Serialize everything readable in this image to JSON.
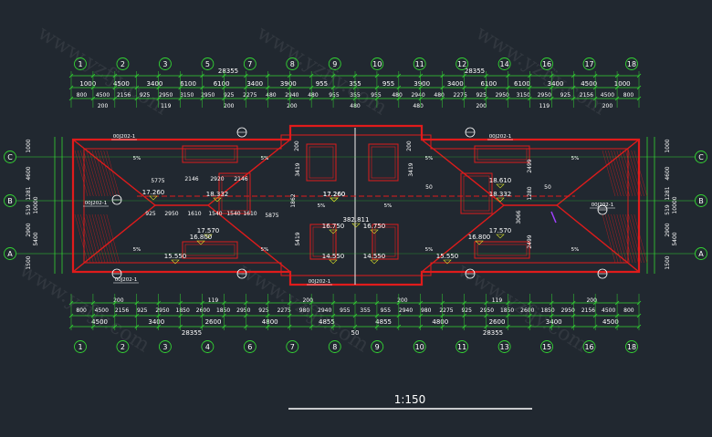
{
  "drawing": {
    "scale_label": "1:150",
    "watermark": "www.yzfjy.com"
  },
  "colors": {
    "background": "#212830",
    "dimension": "#33d433",
    "wall": "#e01b1b",
    "text": "#ffffff",
    "elevation": "#d6e02a",
    "center": "#cfcfcf",
    "accent": "#a040ff"
  },
  "axes_top": [
    "1",
    "2",
    "3",
    "5",
    "7",
    "8",
    "9",
    "10",
    "11",
    "12",
    "14",
    "16",
    "17",
    "18"
  ],
  "axes_bottom": [
    "1",
    "2",
    "3",
    "4",
    "6",
    "7",
    "8",
    "9",
    "10",
    "11",
    "13",
    "15",
    "16",
    "18"
  ],
  "axes_left": [
    "C",
    "B",
    "A"
  ],
  "top_dims": {
    "total": [
      "28355",
      "28355"
    ],
    "row2": [
      "1000",
      "4500",
      "3400",
      "6100",
      "6100",
      "3400",
      "3900",
      "955",
      "355",
      "955",
      "3900",
      "3400",
      "6100",
      "6100",
      "3400",
      "4500",
      "1000"
    ],
    "row3": [
      "800",
      "4500",
      "2156",
      "925",
      "2950",
      "3150",
      "2950",
      "925",
      "2275",
      "480",
      "2940",
      "480",
      "955",
      "355",
      "955",
      "480",
      "2940",
      "480",
      "2275",
      "925",
      "2950",
      "3150",
      "2950",
      "925",
      "2156",
      "4500",
      "800"
    ],
    "row4": [
      "200",
      "119",
      "200",
      "200",
      "480",
      "480",
      "200",
      "119",
      "200"
    ]
  },
  "bottom_dims": {
    "row1": [
      "200",
      "119",
      "200",
      "200",
      "119",
      "200"
    ],
    "row2": [
      "800",
      "4500",
      "2156",
      "925",
      "2950",
      "1850",
      "2600",
      "1850",
      "2950",
      "925",
      "2275",
      "980",
      "2940",
      "955",
      "355",
      "955",
      "2940",
      "980",
      "2275",
      "925",
      "2950",
      "1850",
      "2600",
      "1850",
      "2950",
      "2156",
      "4500",
      "800"
    ],
    "row3": [
      "4500",
      "3400",
      "2600",
      "4800",
      "4855",
      "4855",
      "4800",
      "2600",
      "3400",
      "4500"
    ],
    "total": [
      "28355",
      "28355"
    ],
    "center": "50"
  },
  "side_dims": {
    "left": [
      "1000",
      "4600",
      "1281",
      "519",
      "2900",
      "5400",
      "1500",
      "10000"
    ],
    "right": [
      "1000",
      "4600",
      "1281",
      "519",
      "2900",
      "5400",
      "1500",
      "10000"
    ]
  },
  "elevations": [
    "17.260",
    "18.332",
    "17.260",
    "17.260",
    "18.332",
    "18.610",
    "16.750",
    "16.750",
    "17.570",
    "17.570",
    "16.800",
    "16.800",
    "15.550",
    "14.550",
    "14.550",
    "15.550",
    "382.811"
  ],
  "detail_refs": [
    "00J202-1",
    "00J202-1",
    "00J202-1",
    "00J202-1",
    "00J202-1",
    "00J202-1"
  ],
  "room_dims": [
    "5775",
    "2146",
    "2920",
    "2146",
    "925",
    "2950",
    "1610",
    "1540",
    "1540",
    "1610",
    "5875",
    "3419",
    "5419",
    "1862",
    "2499",
    "1280",
    "3419",
    "2499",
    "3066",
    "50",
    "50",
    "200",
    "200"
  ],
  "slope_labels": [
    "5%",
    "5%",
    "5%",
    "5%",
    "5%",
    "5%",
    "5%",
    "5%",
    "5%",
    "5%"
  ]
}
